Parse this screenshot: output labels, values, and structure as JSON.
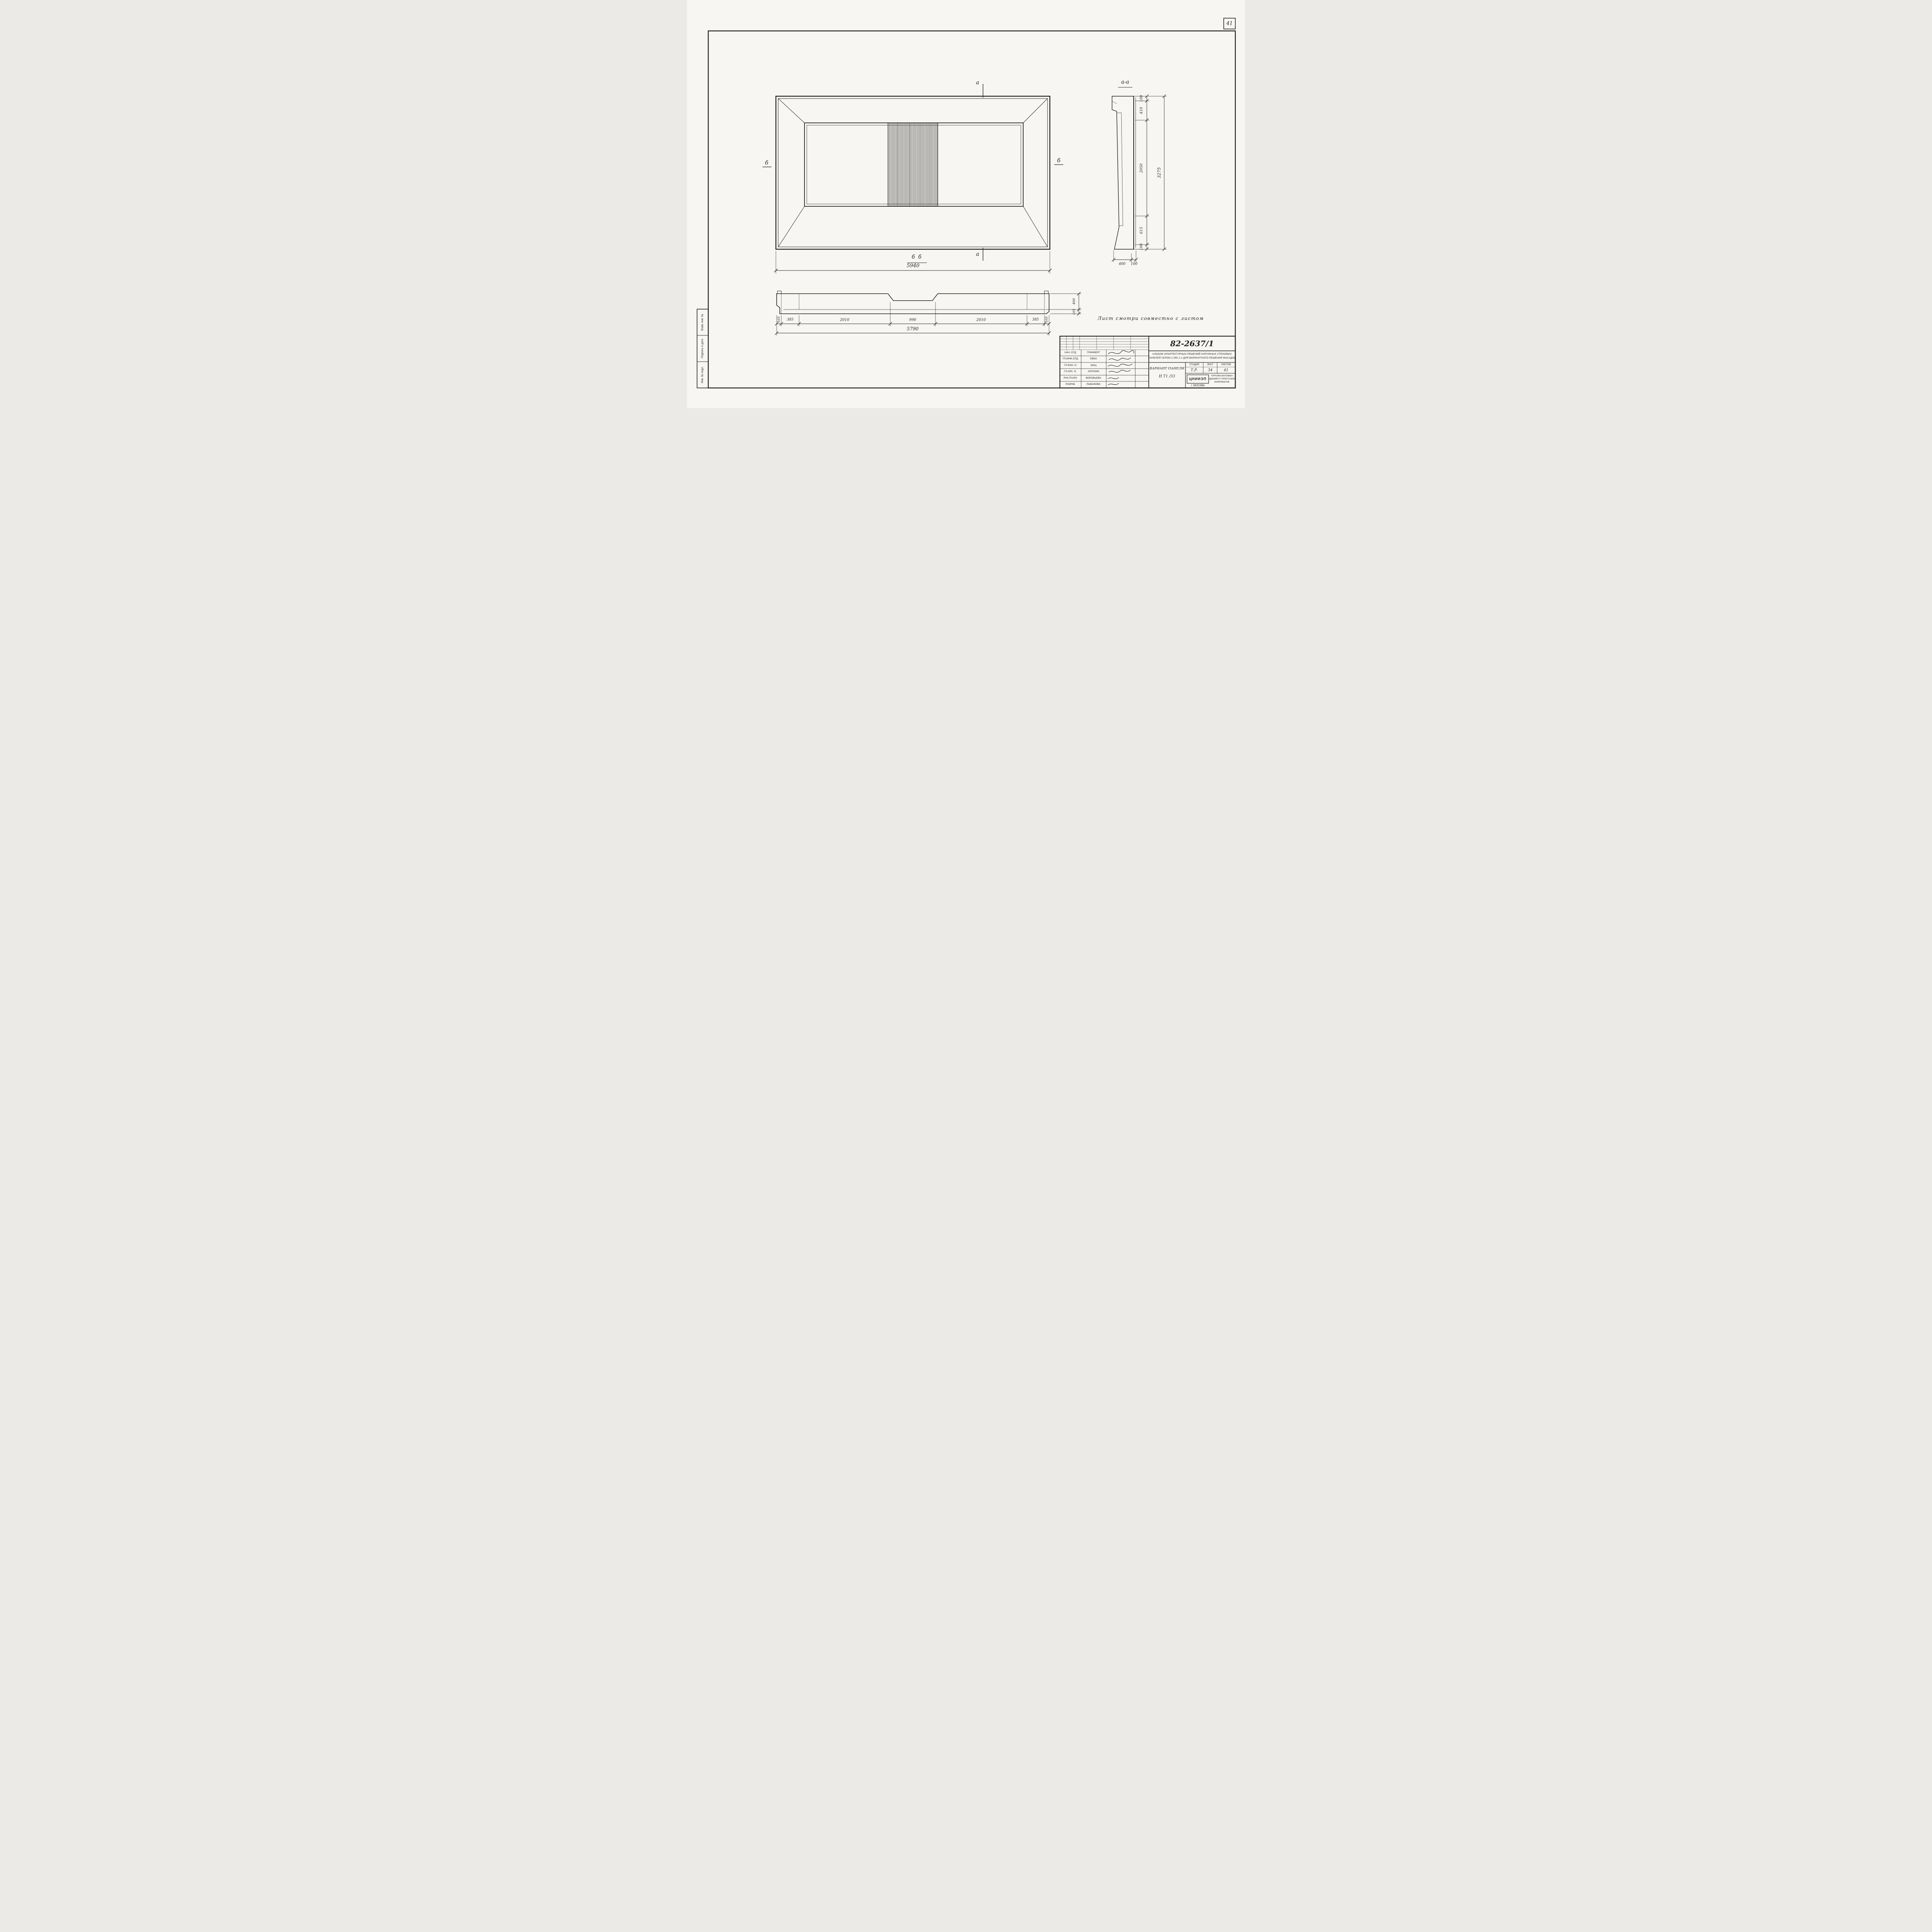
{
  "sheet": {
    "corner_number": "41",
    "note": "Лист смотри совместно с листом"
  },
  "margin": {
    "cell_top": "Взам. инв. №",
    "cell_mid": "Подпись и дата",
    "cell_bottom": "Инв. № подл."
  },
  "front_view": {
    "mark_a_top": "a",
    "mark_a_bottom": "a",
    "mark_b_left": "б",
    "mark_b_right": "б",
    "width_dim": "5940"
  },
  "section_aa": {
    "label": "a-a",
    "chain": [
      "100",
      "410",
      "2050",
      "615",
      "100"
    ],
    "overall": "3275",
    "bottom": [
      "400",
      "100"
    ]
  },
  "section_bb": {
    "label": "б  б",
    "chain": [
      "105",
      "385",
      "2010",
      "990",
      "2010",
      "385",
      "105"
    ],
    "overall": "5790",
    "thickness": [
      "400",
      "105"
    ]
  },
  "title_block": {
    "doc_number": "82-2637/1",
    "description_line1": "АЛЬБОМ АРХИТЕКТУРНЫХ РЕШЕНИЙ НАРУЖНЫХ СТЕНОВЫХ",
    "description_line2": "ПАНЕЛЕЙ СЕРИИ 1.090.1-1 ДЛЯ ВАРИАНТНОГО РЕШЕНИЯ ФАСАДОВ",
    "staff": [
      {
        "role": "НАЧ. ОТД",
        "name": "ГРИНБЕРГ"
      },
      {
        "role": "ГЛ.ИНЖ.ОТД",
        "name": "ЕВКО"
      },
      {
        "role": "ГЛ.КОН. О",
        "name": "ШАЦ"
      },
      {
        "role": "ГЛ.АРХ. О.",
        "name": "АРЗУЗИН"
      },
      {
        "role": "РУК.ГР.АРХ",
        "name": "ВОРОБЬЕВА"
      },
      {
        "role": "РАЗРАБ",
        "name": "РЫБАКОВА"
      }
    ],
    "stage": {
      "h1": "СТАДИЯ",
      "h2": "ЛИСТ",
      "h3": "ЛИСТОВ",
      "v1": "Т.Р.",
      "v2": "34",
      "v3": "41"
    },
    "variant_line1": "ВАРИАНТ ПАНЕЛИ",
    "variant_line2": "Н Т1 /33",
    "org_name": "ЦНИИЭП",
    "org_city": "г. МОСКВА",
    "org_line1": "ТОРГОВО-БЫТОВЫХ",
    "org_line2": "ЗДАНИЙ И ТУРИСТСКИХ",
    "org_line3": "КОМПЛЕКСОВ"
  }
}
